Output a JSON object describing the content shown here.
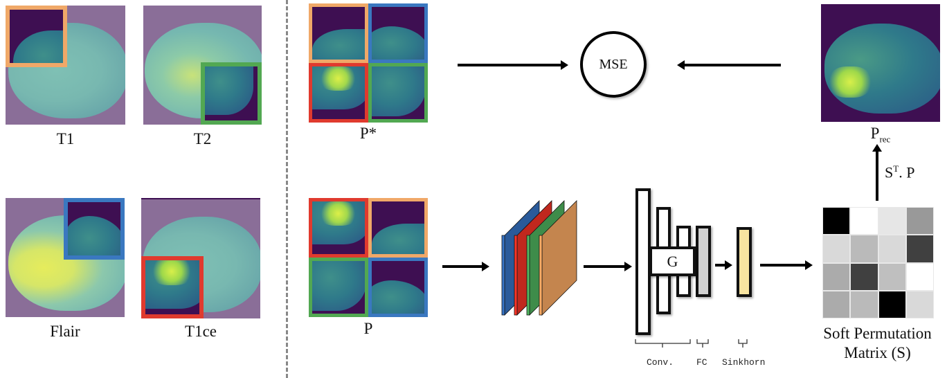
{
  "divider": {
    "style": "dashed",
    "color": "#888888"
  },
  "modalities": [
    {
      "label": "T1",
      "patch_color": "#f0a868",
      "patch_corner": "top-left"
    },
    {
      "label": "T2",
      "patch_color": "#52a852",
      "patch_corner": "bottom-right"
    },
    {
      "label": "Flair",
      "patch_color": "#3a78c0",
      "patch_corner": "top-right"
    },
    {
      "label": "T1ce",
      "patch_color": "#e03a2e",
      "patch_corner": "bottom-left"
    }
  ],
  "target_puzzle": {
    "label": "P*",
    "tiles": [
      "orange",
      "blue",
      "red",
      "green"
    ]
  },
  "input_puzzle": {
    "label": "P",
    "tiles": [
      "red",
      "orange",
      "green",
      "blue"
    ]
  },
  "loss": {
    "label": "MSE"
  },
  "reconstructed": {
    "label_main": "P",
    "label_sub": "rec"
  },
  "transform": {
    "label_main": "S",
    "label_sup": "T",
    "label_rest": ". P"
  },
  "network": {
    "block_label": "G",
    "brace_labels": [
      "Conv.",
      "FC",
      "Sinkhorn"
    ],
    "fc_color": "#d0d0d0",
    "sinkhorn_color": "#f8e4a0"
  },
  "feature_stack": {
    "colors": [
      "#2a5a9a",
      "#c0281e",
      "#3e8c4a",
      "#c4854e"
    ]
  },
  "permutation_matrix": {
    "label_line1": "Soft Permutation",
    "label_line2": "Matrix (S)",
    "values": [
      [
        1.0,
        0.0,
        0.1,
        0.4
      ],
      [
        0.15,
        0.27,
        0.15,
        0.75
      ],
      [
        0.33,
        0.75,
        0.25,
        0.0
      ],
      [
        0.33,
        0.27,
        1.0,
        0.15
      ]
    ]
  },
  "colors": {
    "orange": "#f0a868",
    "blue": "#3a78c0",
    "red": "#e03a2e",
    "green": "#52a852"
  }
}
